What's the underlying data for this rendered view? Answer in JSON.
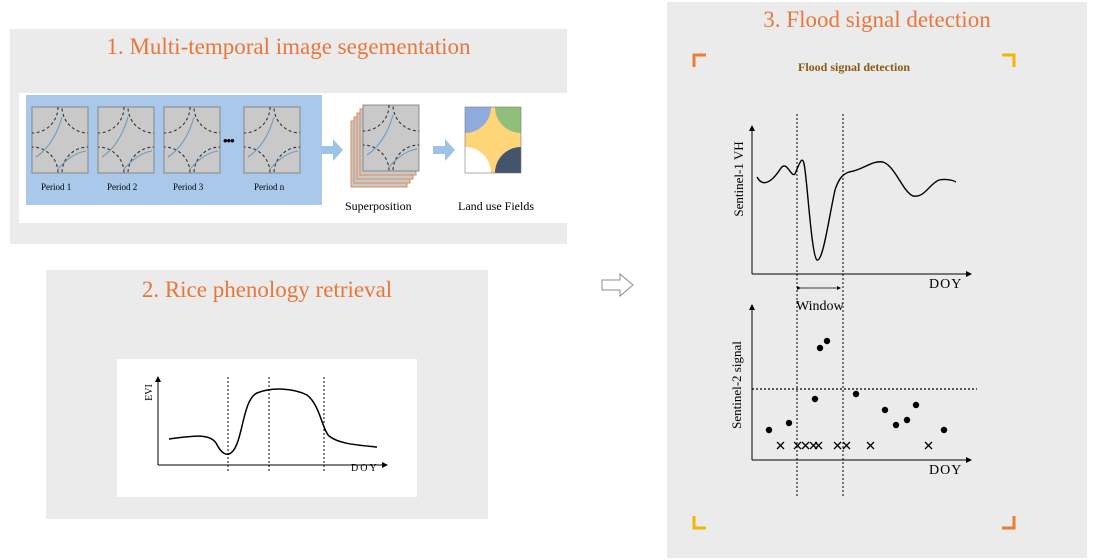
{
  "panel1": {
    "title": "1. Multi-temporal image segementation",
    "periods": [
      "Period 1",
      "Period 2",
      "Period 3",
      "Period n"
    ],
    "ellipsis": "•••",
    "superposition_label": "Superposition",
    "fields_label": "Land use Fields"
  },
  "panel2": {
    "title": "2. Rice phenology retrieval",
    "y_label": "EVI",
    "x_label": "DOY"
  },
  "panel3": {
    "title": "3. Flood signal detection",
    "subtitle": "Flood signal detection",
    "top_y_label": "Sentinel-1 VH",
    "top_x_label": "DOY",
    "window_label": "Window",
    "bottom_y_label": "Sentinel-2  signal",
    "bottom_x_label": "DOY"
  },
  "colors": {
    "title_orange": "#e8773c",
    "subtitle_brown": "#8a5a14",
    "period_strip": "#a9c8ea",
    "arrow_blue": "#9dc3e6",
    "field_blue": "#8faadc",
    "field_green": "#8fbf7a",
    "field_yellow": "#ffd57a",
    "field_navy": "#44546a",
    "corner_orange": "#ed7d31",
    "corner_gold": "#f4b400"
  }
}
